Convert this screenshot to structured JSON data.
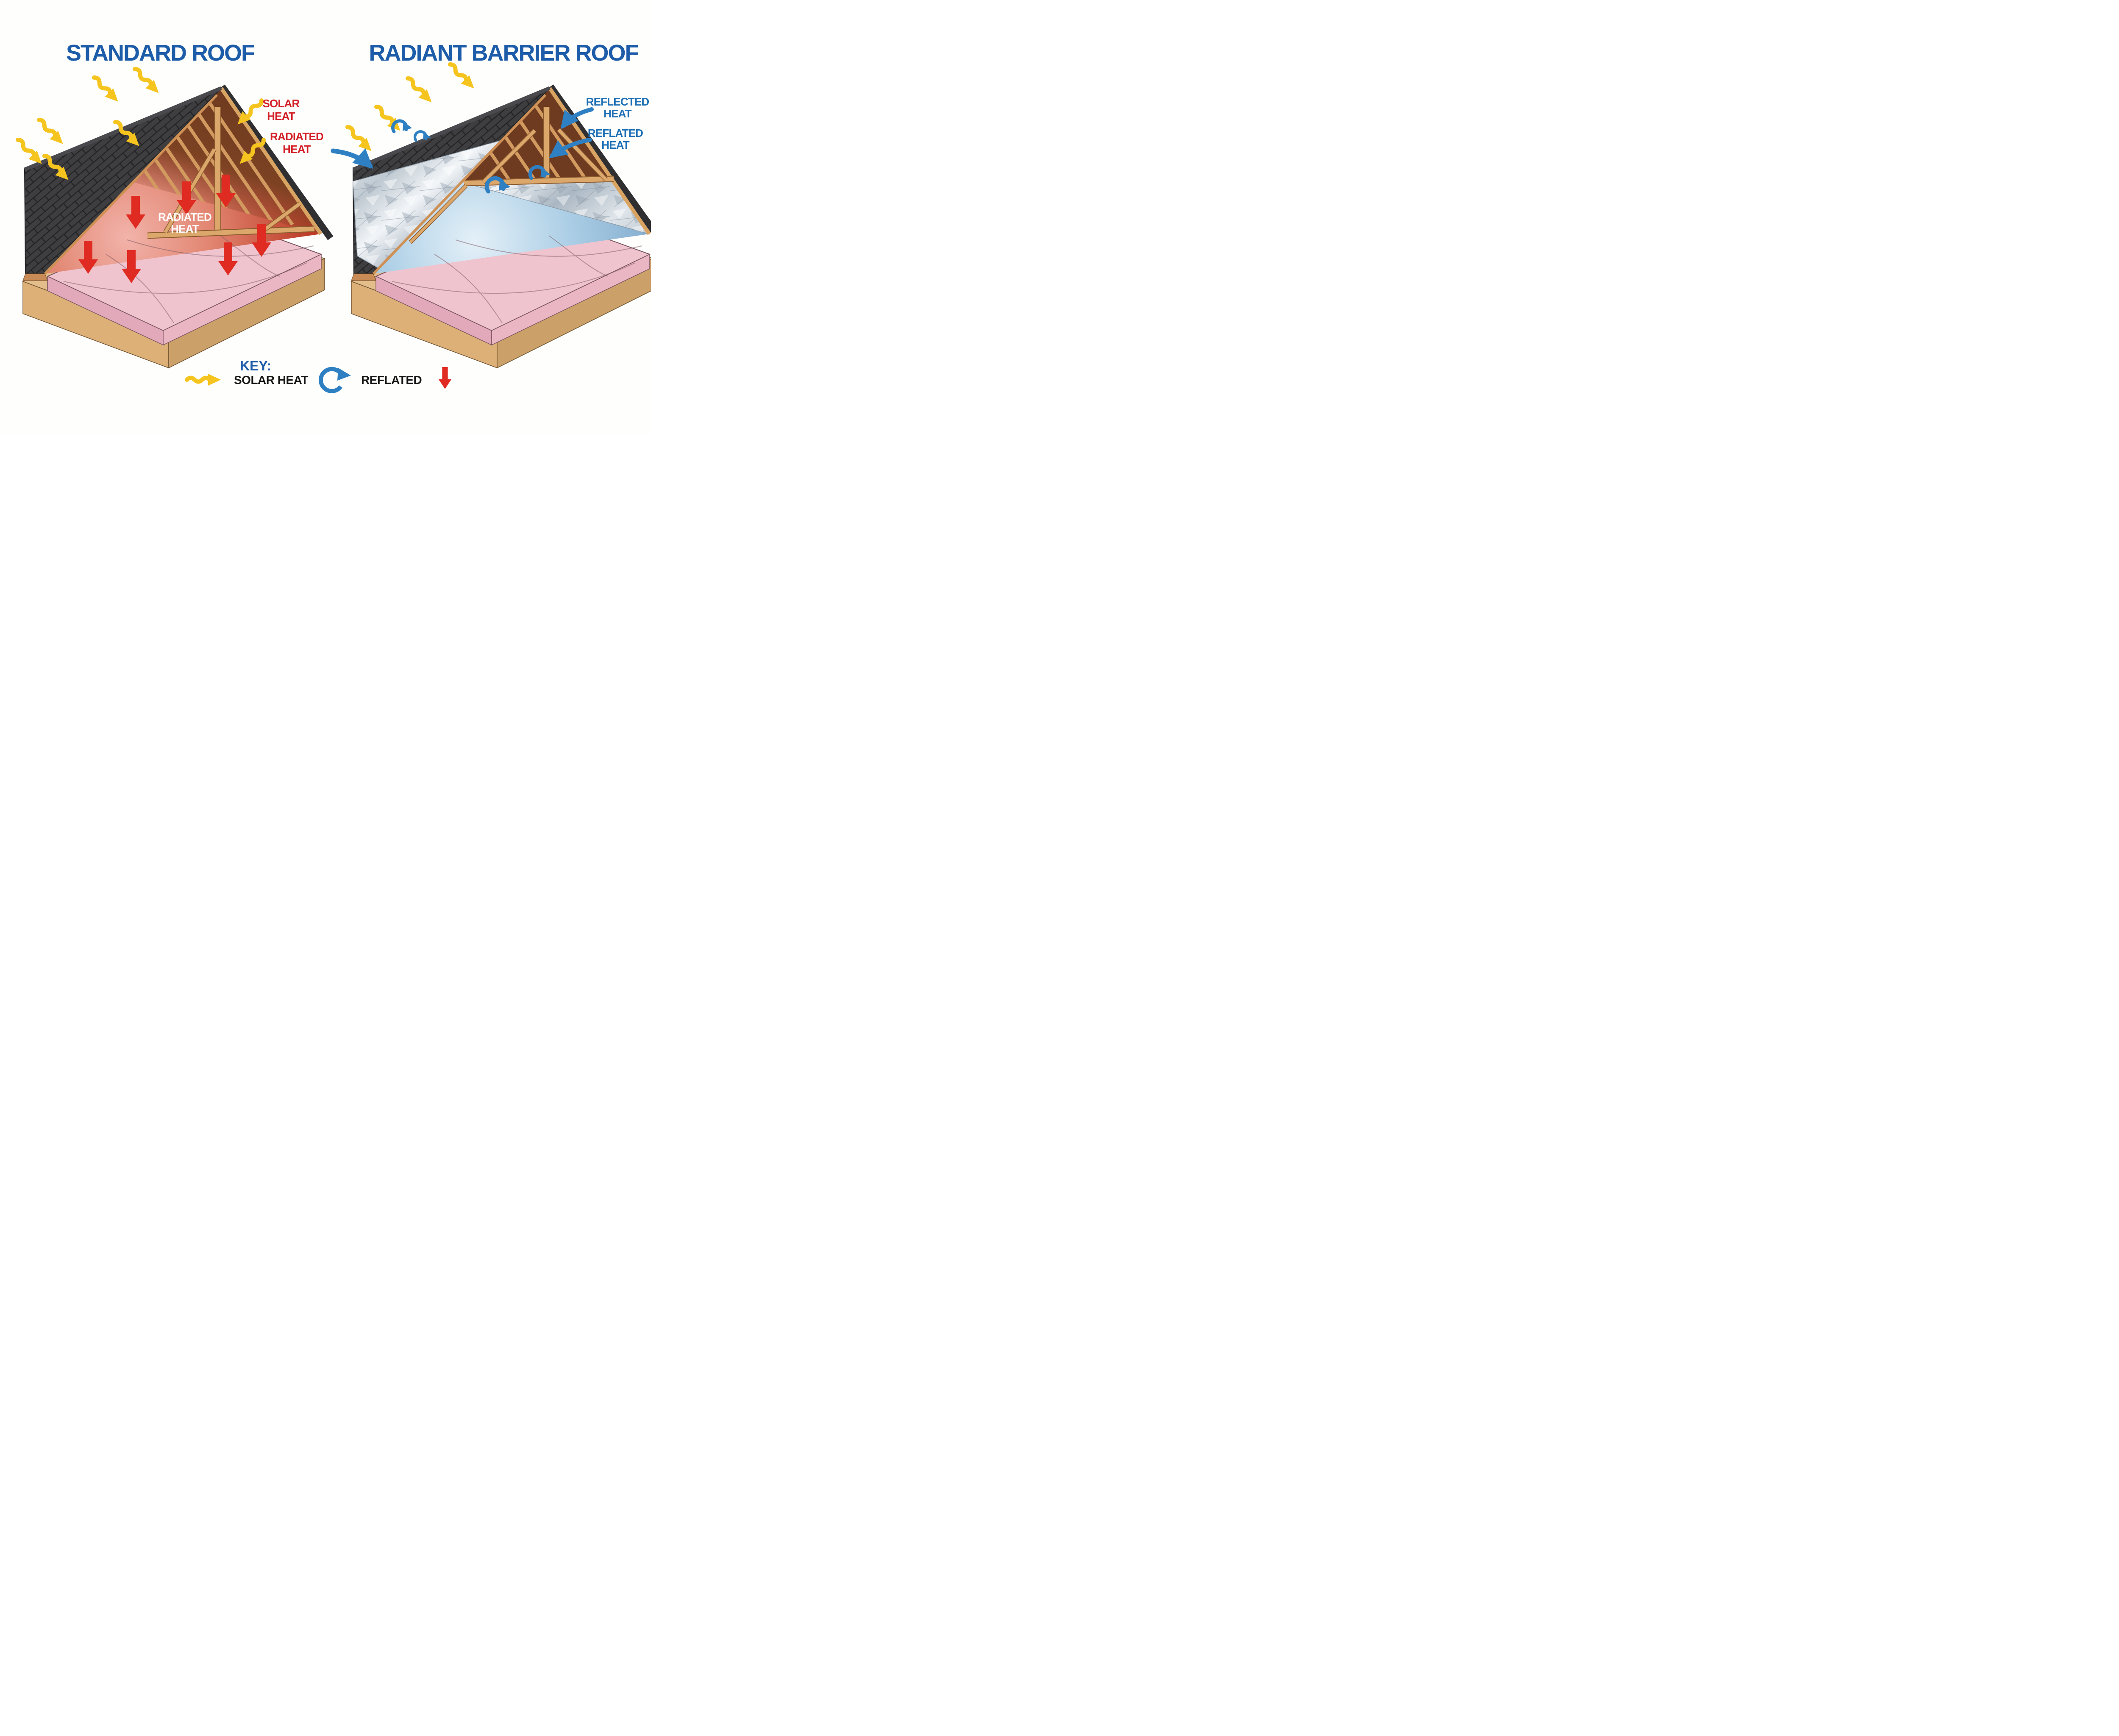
{
  "left_panel": {
    "title": "STANDARD ROOF",
    "labels": {
      "solar_heat": [
        "SOLAR",
        "HEAT"
      ],
      "radiated_heat": [
        "RADIATED",
        "HEAT"
      ],
      "interior_radiated": [
        "RADIATED",
        "HEAT"
      ]
    }
  },
  "right_panel": {
    "title": "RADIANT BARRIER ROOF",
    "labels": {
      "reflected_heat": [
        "REFLECTED",
        "HEAT"
      ],
      "reflated_heat": [
        "REFLATED",
        "HEAT"
      ]
    }
  },
  "key": {
    "heading": "KEY:",
    "items": [
      {
        "icon": "solar-heat-wavy-arrow",
        "label": "SOLAR HEAT"
      },
      {
        "icon": "reflated-circular-arrow",
        "label": "REFLATED"
      },
      {
        "icon": "radiated-down-arrow",
        "label": ""
      }
    ]
  },
  "palette": {
    "title_blue": "#1d5ca8",
    "label_red": "#d21f26",
    "label_blue": "#1d6fb5",
    "solar_yellow": "#f5c41e",
    "radiated_red": "#df2b22",
    "reflect_blue": "#2e80c3",
    "shingle_dark": "#3e3e40",
    "wood_light": "#d9a362",
    "attic_brown": "#6e3a20",
    "insulation_pink": "#efc4ce",
    "base_tan": "#e3bd8a",
    "foil_silver": "#c4ced6"
  }
}
